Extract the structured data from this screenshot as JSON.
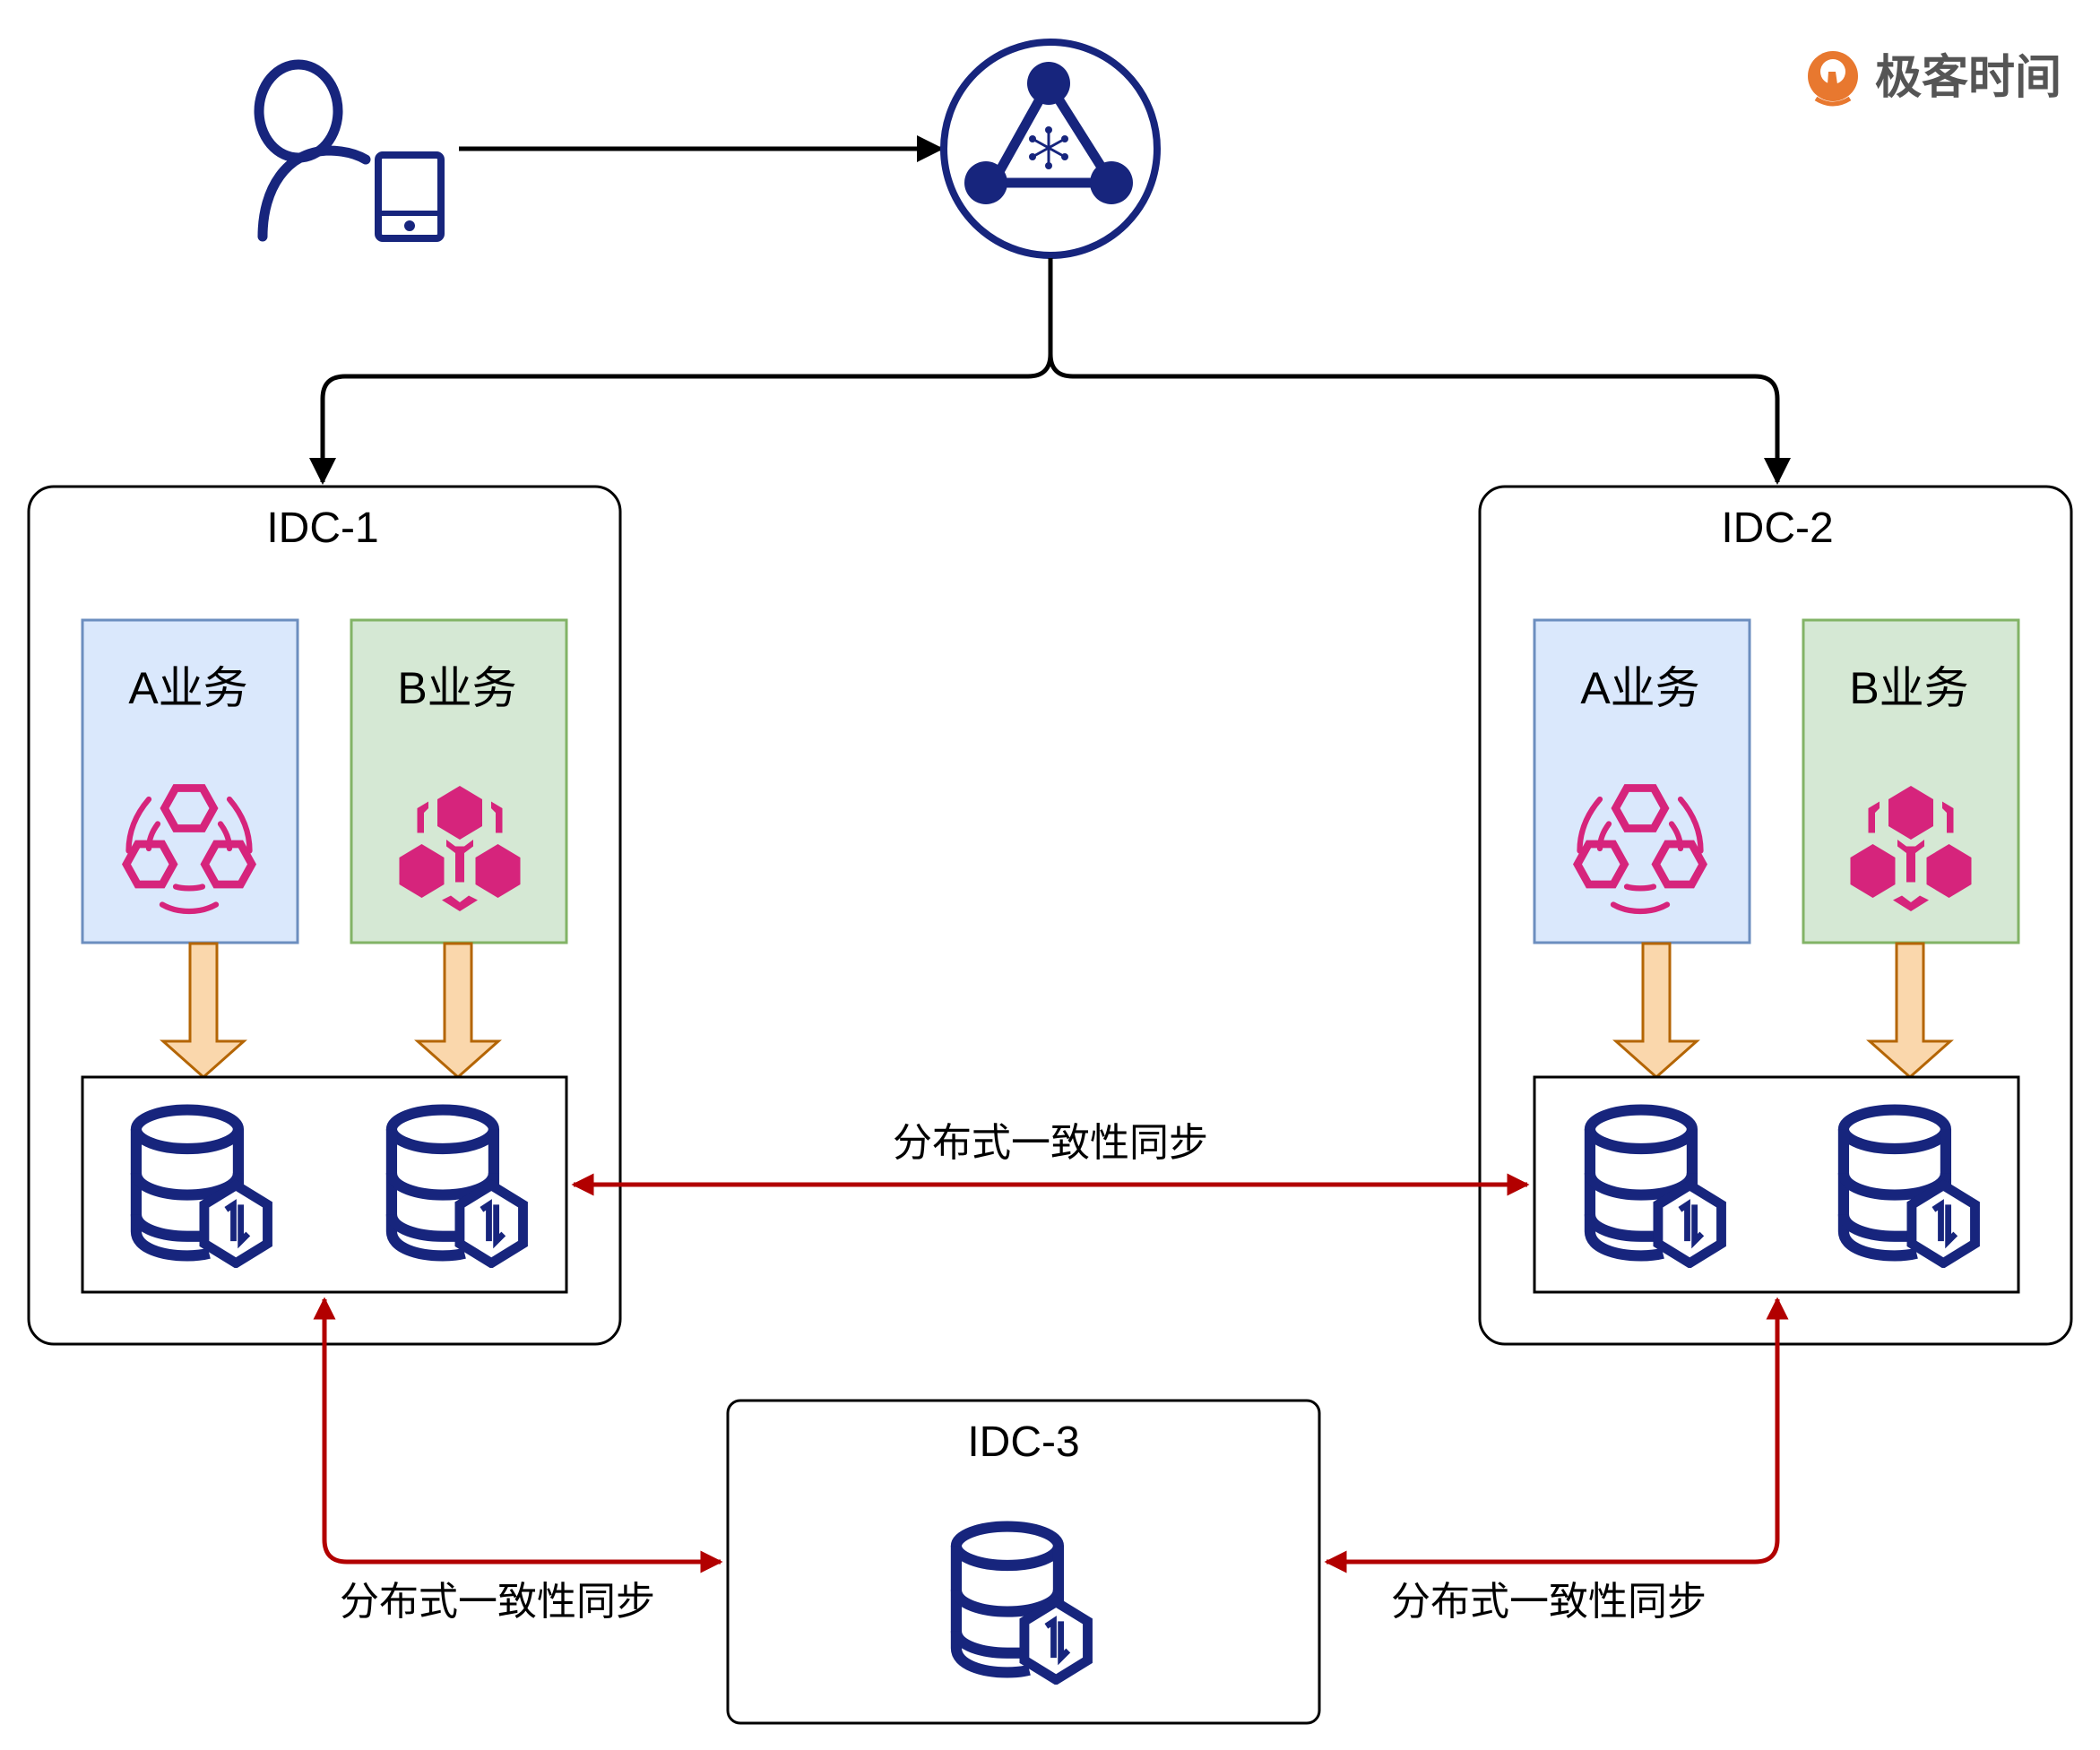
{
  "brand": {
    "name": "极客时间",
    "logo_color": "#E8782F",
    "text_color": "#555555"
  },
  "colors": {
    "icon_navy": "#17257D",
    "icon_magenta": "#D6247C",
    "sync_arrow": "#B20000",
    "connector": "#000000",
    "biz_a_fill": "#DAE8FC",
    "biz_a_border": "#6C8EBF",
    "biz_b_fill": "#D5E8D4",
    "biz_b_border": "#82B366",
    "write_arrow_fill": "#FAD7AC",
    "write_arrow_border": "#B46504"
  },
  "top": {
    "client_icon": "user-with-mobile-icon",
    "gateway_icon": "network-load-balancer-icon"
  },
  "idcs": [
    {
      "name": "IDC-1",
      "services": [
        {
          "label": "A业务",
          "icon": "microservice-cluster-outline-icon"
        },
        {
          "label": "B业务",
          "icon": "microservice-cluster-filled-icon"
        }
      ],
      "databases": [
        "database-sync-icon",
        "database-sync-icon"
      ]
    },
    {
      "name": "IDC-2",
      "services": [
        {
          "label": "A业务",
          "icon": "microservice-cluster-outline-icon"
        },
        {
          "label": "B业务",
          "icon": "microservice-cluster-filled-icon"
        }
      ],
      "databases": [
        "database-sync-icon",
        "database-sync-icon"
      ]
    },
    {
      "name": "IDC-3",
      "databases": [
        "database-sync-icon"
      ]
    }
  ],
  "sync_links": [
    {
      "from": "IDC-1",
      "to": "IDC-2",
      "label": "分布式一致性同步",
      "bidirectional": true
    },
    {
      "from": "IDC-1",
      "to": "IDC-3",
      "label": "分布式一致性同步",
      "bidirectional": true
    },
    {
      "from": "IDC-2",
      "to": "IDC-3",
      "label": "分布式一致性同步",
      "bidirectional": true
    }
  ]
}
